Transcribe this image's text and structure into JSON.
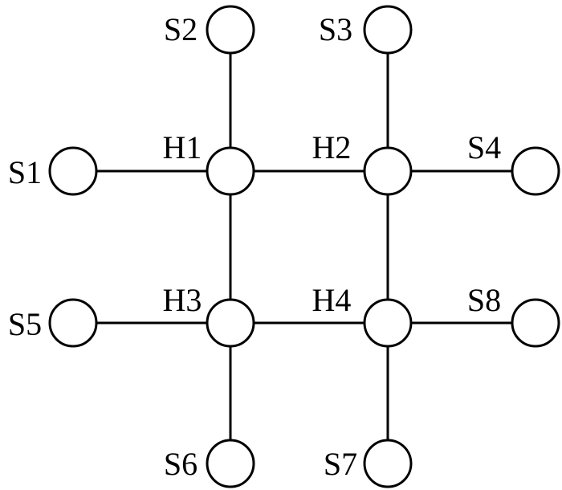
{
  "diagram": {
    "type": "network-topology",
    "nodes": [
      {
        "id": "H1",
        "label": "H1",
        "kind": "hub"
      },
      {
        "id": "H2",
        "label": "H2",
        "kind": "hub"
      },
      {
        "id": "H3",
        "label": "H3",
        "kind": "hub"
      },
      {
        "id": "H4",
        "label": "H4",
        "kind": "hub"
      },
      {
        "id": "S1",
        "label": "S1",
        "kind": "station"
      },
      {
        "id": "S2",
        "label": "S2",
        "kind": "station"
      },
      {
        "id": "S3",
        "label": "S3",
        "kind": "station"
      },
      {
        "id": "S4",
        "label": "S4",
        "kind": "station"
      },
      {
        "id": "S5",
        "label": "S5",
        "kind": "station"
      },
      {
        "id": "S6",
        "label": "S6",
        "kind": "station"
      },
      {
        "id": "S7",
        "label": "S7",
        "kind": "station"
      },
      {
        "id": "S8",
        "label": "S8",
        "kind": "station"
      }
    ],
    "edges": [
      [
        "H1",
        "H2"
      ],
      [
        "H3",
        "H4"
      ],
      [
        "H1",
        "H3"
      ],
      [
        "H2",
        "H4"
      ],
      [
        "S1",
        "H1"
      ],
      [
        "S2",
        "H1"
      ],
      [
        "S3",
        "H2"
      ],
      [
        "S4",
        "H2"
      ],
      [
        "S5",
        "H3"
      ],
      [
        "S6",
        "H3"
      ],
      [
        "S7",
        "H4"
      ],
      [
        "S8",
        "H4"
      ]
    ],
    "colors": {
      "stroke": "#000000",
      "fill": "#ffffff"
    }
  }
}
